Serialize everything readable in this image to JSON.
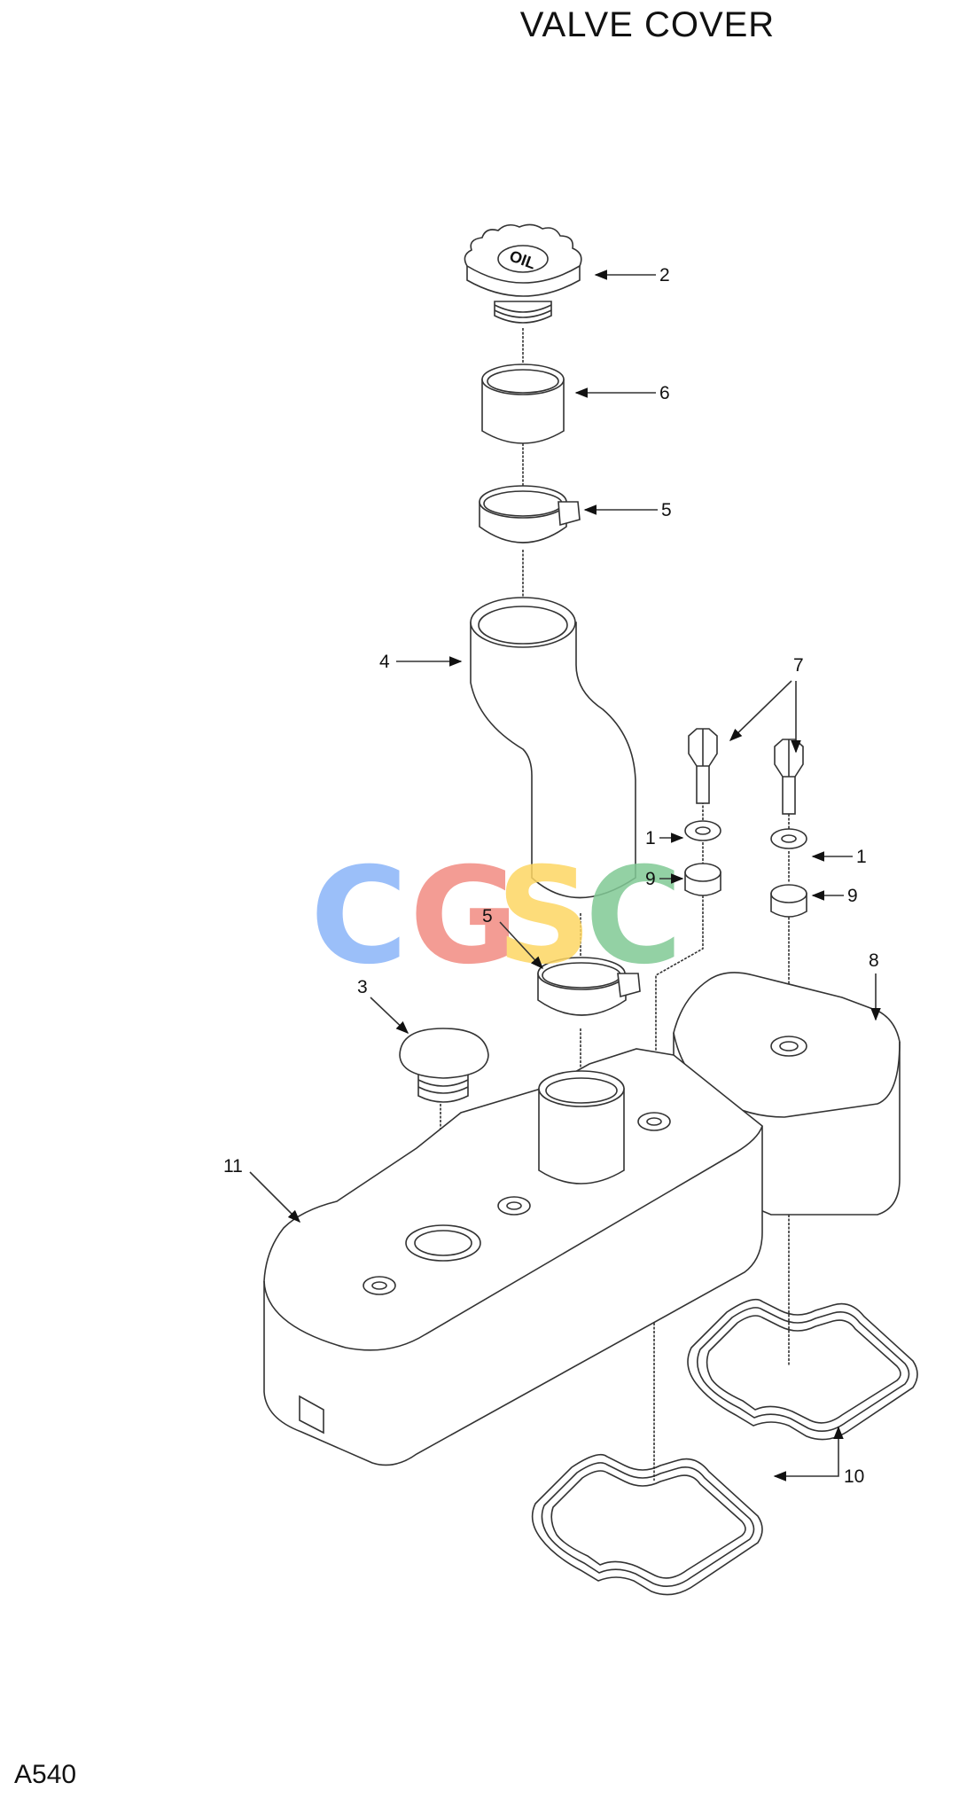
{
  "title": "VALVE COVER",
  "page_code": "A540",
  "watermark": {
    "letters": [
      "C",
      "G",
      "S",
      "C"
    ],
    "colors": [
      "#8ab4f8",
      "#f28b82",
      "#fdd663",
      "#81c995"
    ]
  },
  "callouts": {
    "c1a": "1",
    "c1b": "1",
    "c2": "2",
    "c3": "3",
    "c4": "4",
    "c5a": "5",
    "c5b": "5",
    "c6": "6",
    "c7": "7",
    "c8": "8",
    "c9a": "9",
    "c9b": "9",
    "c10": "10",
    "c11": "11"
  },
  "oil_cap_text": "OIL"
}
